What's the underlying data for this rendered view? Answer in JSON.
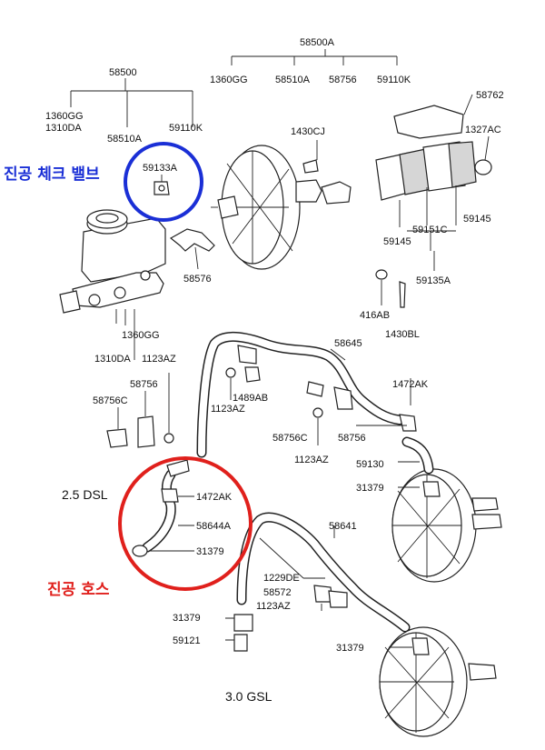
{
  "annotations": {
    "check_valve_label": "진공 체크 밸브",
    "hose_label": "진공 호스",
    "check_valve_color": "#1a2fd6",
    "hose_color": "#e0201c"
  },
  "variants": {
    "dsl": "2.5 DSL",
    "gsl": "3.0 GSL"
  },
  "parts": {
    "p58500A": "58500A",
    "p1360GG_a": "1360GG",
    "p58510A_a": "58510A",
    "p58756_a": "58756",
    "p59110K_a": "59110K",
    "p58762": "58762",
    "p58500": "58500",
    "p1360GG_b": "1360GG",
    "p1310DA_a": "1310DA",
    "p58510A_b": "58510A",
    "p59110K_b": "59110K",
    "p1430CJ": "1430CJ",
    "p1327AC": "1327AC",
    "p59133A": "59133A",
    "p59145_a": "59145",
    "p59151C": "59151C",
    "p59145_b": "59145",
    "p58576": "58576",
    "p59135A": "59135A",
    "p416AB": "416AB",
    "p1360GG_c": "1360GG",
    "p1430BL": "1430BL",
    "p1310DA_b": "1310DA",
    "p1123AZ_a": "1123AZ",
    "p58645": "58645",
    "p58756_b": "58756",
    "p1489AB": "1489AB",
    "p1472AK_a": "1472AK",
    "p58756C_a": "58756C",
    "p1123AZ_b": "1123AZ",
    "p58756C_b": "58756C",
    "p58756_c": "58756",
    "p1123AZ_c": "1123AZ",
    "p59130": "59130",
    "p31379_a": "31379",
    "p1472AK_b": "1472AK",
    "p58644A": "58644A",
    "p31379_b": "31379",
    "p58641": "58641",
    "p1229DE": "1229DE",
    "p58572": "58572",
    "p1123AZ_d": "1123AZ",
    "p31379_c": "31379",
    "p59121": "59121",
    "p31379_d": "31379"
  }
}
